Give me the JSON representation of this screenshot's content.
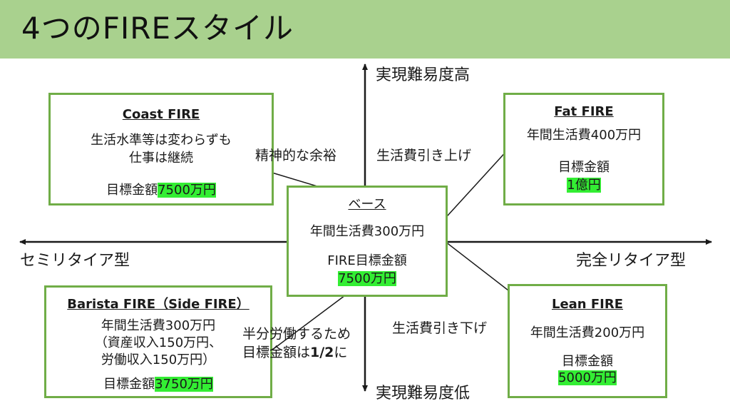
{
  "title": "4つのFIREスタイル",
  "axes": {
    "top": "実現難易度高",
    "bottom": "実現難易度低",
    "left": "セミリタイア型",
    "right": "完全リタイア型"
  },
  "base": {
    "heading": "ベース",
    "living_cost": "年間生活費300万円",
    "target_label": "FIRE目標金額",
    "target_value": "7500万円"
  },
  "coast": {
    "heading": "Coast FIRE",
    "desc_1": "生活水準等は変わらずも",
    "desc_2": "仕事は継続",
    "target_label": "目標金額",
    "target_value": "7500万円"
  },
  "fat": {
    "heading": "Fat FIRE",
    "living_cost": "年間生活費400万円",
    "target_label": "目標金額",
    "target_value": "1億円"
  },
  "barista": {
    "heading": "Barista FIRE（Side FIRE）",
    "living_cost": "年間生活費300万円",
    "breakdown_1": "（資産収入150万円、",
    "breakdown_2": "労働収入150万円）",
    "target_label": "目標金額",
    "target_value": "3750万円"
  },
  "lean": {
    "heading": "Lean FIRE",
    "living_cost": "年間生活費200万円",
    "target_label": "目標金額",
    "target_value": "5000万円"
  },
  "arrow_labels": {
    "to_coast": "精神的な余裕",
    "to_fat": "生活費引き上げ",
    "to_lean": "生活費引き下げ",
    "to_barista_1": "半分労働するため",
    "to_barista_2_prefix": "目標金額は",
    "to_barista_2_bold": "1/2",
    "to_barista_2_suffix": "に"
  },
  "colors": {
    "title_bar": "#a9d18e",
    "box_border": "#70ad47",
    "highlight": "#33ee33",
    "line": "#1a1a1a"
  }
}
